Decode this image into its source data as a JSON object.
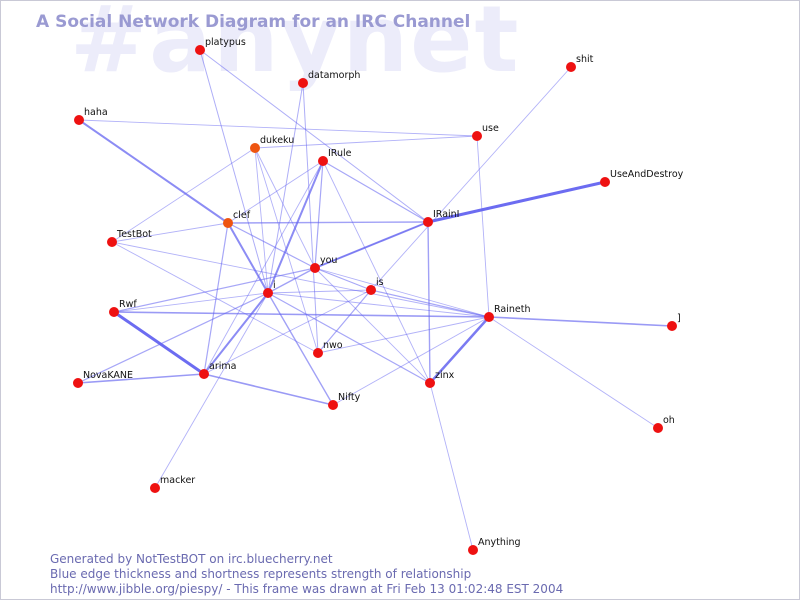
{
  "watermark": "#anynet",
  "title": "A Social Network Diagram for an IRC Channel",
  "footer": {
    "line1": "Generated by NotTestBOT on irc.bluecherry.net",
    "line2": "Blue edge thickness and shortness represents strength of relationship",
    "line3": "http://www.jibble.org/piespy/ - This frame was drawn at Fri Feb 13 01:02:48 EST 2004"
  },
  "colors": {
    "node": "#ee1111",
    "node_highlight": "#ee5511",
    "edge": "#6464f0"
  },
  "nodes": [
    {
      "id": "platypus",
      "label": "platypus"
    },
    {
      "id": "datamorph",
      "label": "datamorph"
    },
    {
      "id": "shit",
      "label": "shit"
    },
    {
      "id": "haha",
      "label": "haha"
    },
    {
      "id": "use",
      "label": "use"
    },
    {
      "id": "dukeku",
      "label": "dukeku",
      "highlight": true
    },
    {
      "id": "IRule",
      "label": "IRule"
    },
    {
      "id": "UseAndDestroy",
      "label": "UseAndDestroy"
    },
    {
      "id": "clef",
      "label": "clef",
      "highlight": true
    },
    {
      "id": "IRainI",
      "label": "IRainI"
    },
    {
      "id": "TestBot",
      "label": "TestBot"
    },
    {
      "id": "you",
      "label": "you"
    },
    {
      "id": "is",
      "label": "is"
    },
    {
      "id": "i",
      "label": "i"
    },
    {
      "id": "Rwf",
      "label": "Rwf"
    },
    {
      "id": "Raineth",
      "label": "Raineth"
    },
    {
      "id": "bracket",
      "label": "]"
    },
    {
      "id": "nwo",
      "label": "nwo"
    },
    {
      "id": "NovaKANE",
      "label": "NovaKANE"
    },
    {
      "id": "arima",
      "label": "arima"
    },
    {
      "id": "zinx",
      "label": "zinx"
    },
    {
      "id": "Nifty",
      "label": "Nifty"
    },
    {
      "id": "oh",
      "label": "oh"
    },
    {
      "id": "macker",
      "label": "macker"
    },
    {
      "id": "Anything",
      "label": "Anything"
    }
  ],
  "edges": [
    {
      "a": "IRainI",
      "b": "UseAndDestroy",
      "w": 3
    },
    {
      "a": "Rwf",
      "b": "arima",
      "w": 3
    },
    {
      "a": "zinx",
      "b": "Raineth",
      "w": 2.5
    },
    {
      "a": "haha",
      "b": "clef",
      "w": 2
    },
    {
      "a": "i",
      "b": "IRule",
      "w": 2
    },
    {
      "a": "clef",
      "b": "i",
      "w": 2
    },
    {
      "a": "i",
      "b": "arima",
      "w": 2
    },
    {
      "a": "you",
      "b": "IRainI",
      "w": 2
    },
    {
      "a": "Rwf",
      "b": "Raineth",
      "w": 1.6
    },
    {
      "a": "Raineth",
      "b": "bracket",
      "w": 1.6
    },
    {
      "a": "arima",
      "b": "Nifty",
      "w": 1.6
    },
    {
      "a": "arima",
      "b": "NovaKANE",
      "w": 1.6
    },
    {
      "a": "i",
      "b": "Nifty",
      "w": 1.4
    },
    {
      "a": "i",
      "b": "you",
      "w": 1.4
    },
    {
      "a": "clef",
      "b": "IRainI",
      "w": 1.4
    },
    {
      "a": "IRainI",
      "b": "zinx",
      "w": 1.4
    },
    {
      "a": "IRule",
      "b": "IRainI",
      "w": 1.2
    },
    {
      "a": "is",
      "b": "Raineth",
      "w": 1.2
    },
    {
      "a": "clef",
      "b": "arima",
      "w": 1.2
    },
    {
      "a": "NovaKANE",
      "b": "i",
      "w": 1.2
    },
    {
      "a": "clef",
      "b": "you",
      "w": 1.2
    },
    {
      "a": "Rwf",
      "b": "you",
      "w": 1.2
    },
    {
      "a": "you",
      "b": "IRule",
      "w": 1.2
    },
    {
      "a": "i",
      "b": "zinx",
      "w": 1.2
    },
    {
      "a": "nwo",
      "b": "is",
      "w": 1.2
    },
    {
      "a": "is",
      "b": "you",
      "w": 1.2
    },
    {
      "a": "platypus",
      "b": "IRainI",
      "w": 1
    },
    {
      "a": "platypus",
      "b": "i",
      "w": 1
    },
    {
      "a": "datamorph",
      "b": "nwo",
      "w": 1
    },
    {
      "a": "datamorph",
      "b": "i",
      "w": 1
    },
    {
      "a": "dukeku",
      "b": "nwo",
      "w": 0.9
    },
    {
      "a": "dukeku",
      "b": "i",
      "w": 0.9
    },
    {
      "a": "dukeku",
      "b": "you",
      "w": 0.9
    },
    {
      "a": "dukeku",
      "b": "use",
      "w": 0.9
    },
    {
      "a": "dukeku",
      "b": "TestBot",
      "w": 0.9
    },
    {
      "a": "IRule",
      "b": "clef",
      "w": 0.9
    },
    {
      "a": "IRule",
      "b": "arima",
      "w": 0.9
    },
    {
      "a": "IRule",
      "b": "zinx",
      "w": 0.9
    },
    {
      "a": "haha",
      "b": "use",
      "w": 0.9
    },
    {
      "a": "TestBot",
      "b": "clef",
      "w": 0.9
    },
    {
      "a": "TestBot",
      "b": "nwo",
      "w": 0.9
    },
    {
      "a": "TestBot",
      "b": "Raineth",
      "w": 0.9
    },
    {
      "a": "you",
      "b": "zinx",
      "w": 0.9
    },
    {
      "a": "you",
      "b": "Raineth",
      "w": 0.9
    },
    {
      "a": "i",
      "b": "Raineth",
      "w": 0.9
    },
    {
      "a": "i",
      "b": "is",
      "w": 0.9
    },
    {
      "a": "Rwf",
      "b": "i",
      "w": 0.9
    },
    {
      "a": "is",
      "b": "arima",
      "w": 0.9
    },
    {
      "a": "nwo",
      "b": "Raineth",
      "w": 0.9
    },
    {
      "a": "Nifty",
      "b": "Raineth",
      "w": 0.9
    },
    {
      "a": "zinx",
      "b": "Anything",
      "w": 0.9
    },
    {
      "a": "Raineth",
      "b": "oh",
      "w": 0.9
    },
    {
      "a": "i",
      "b": "macker",
      "w": 0.9
    },
    {
      "a": "shit",
      "b": "is",
      "w": 0.9
    },
    {
      "a": "use",
      "b": "Raineth",
      "w": 0.9
    },
    {
      "a": "IRainI",
      "b": "you",
      "w": 0.9
    }
  ]
}
